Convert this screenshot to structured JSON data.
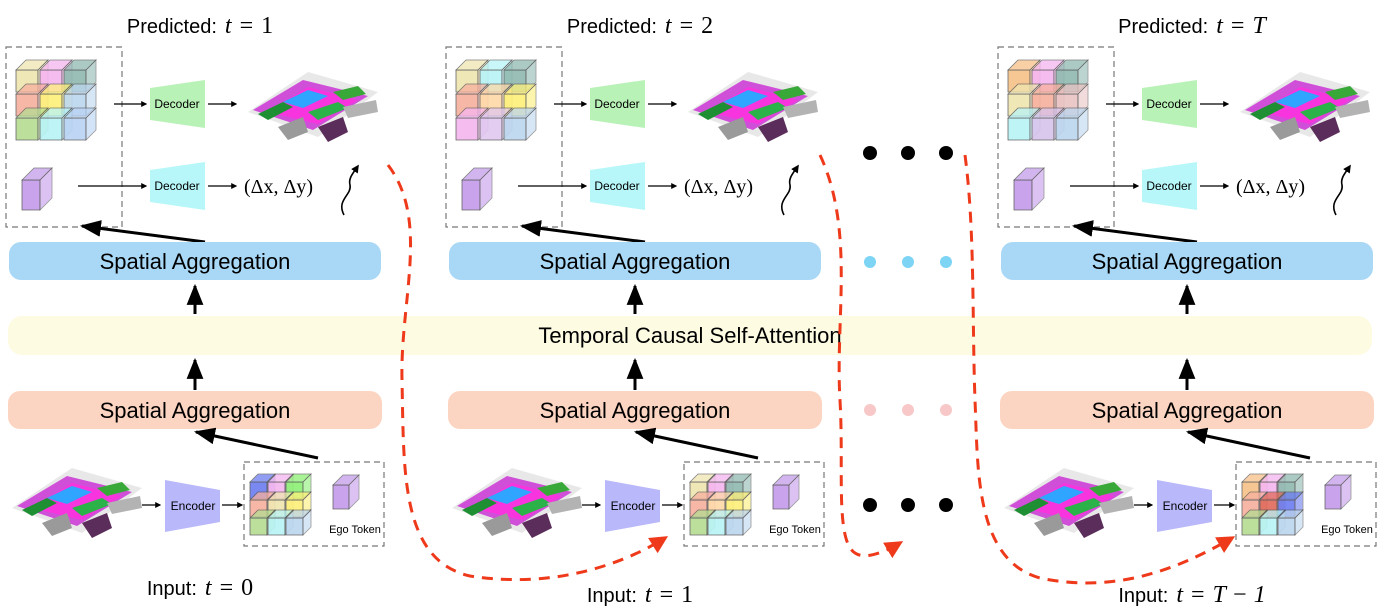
{
  "colors": {
    "spatial_top": "#a9d8f6",
    "spatial_bottom": "#fcd5c2",
    "temporal": "#fdfbe2",
    "decoder_occ": "#b9f2b7",
    "decoder_ego": "#b7f7f9",
    "encoder": "#b9b8fb",
    "ego_token": "#c49bea",
    "arrow_dashed": "#ee3a1b",
    "dots_top": "#000000",
    "dots_blue": "#7dd4f5",
    "dots_pink": "#f8c8c8"
  },
  "icons": {
    "occupancy_map": "occupancy-map-icon",
    "token_cube": "token-cube-icon",
    "dashed_arrow": "dashed-curve-arrow-icon"
  },
  "temporal_attention": {
    "label": "Temporal Causal Self-Attention"
  },
  "columns": [
    {
      "predicted": {
        "prefix": "Predicted:",
        "var": "t",
        "eq": "=",
        "val": "1"
      },
      "input": {
        "prefix": "Input:",
        "var": "t",
        "eq": "=",
        "val": "0"
      },
      "spatial_top": "Spatial Aggregation",
      "spatial_bottom": "Spatial Aggregation",
      "decoder_occ": "Decoder",
      "decoder_ego": "Decoder",
      "encoder": "Encoder",
      "ego_out": "(Δx, Δy)",
      "ego_token": "Ego Token"
    },
    {
      "predicted": {
        "prefix": "Predicted:",
        "var": "t",
        "eq": "=",
        "val": "2"
      },
      "input": {
        "prefix": "Input:",
        "var": "t",
        "eq": "=",
        "val": "1"
      },
      "spatial_top": "Spatial Aggregation",
      "spatial_bottom": "Spatial Aggregation",
      "decoder_occ": "Decoder",
      "decoder_ego": "Decoder",
      "encoder": "Encoder",
      "ego_out": "(Δx, Δy)",
      "ego_token": "Ego Token"
    },
    {
      "predicted": {
        "prefix": "Predicted:",
        "var": "t",
        "eq": "=",
        "val": "T"
      },
      "input": {
        "prefix": "Input:",
        "var": "t",
        "eq": "=",
        "val": "T − 1"
      },
      "spatial_top": "Spatial Aggregation",
      "spatial_bottom": "Spatial Aggregation",
      "decoder_occ": "Decoder",
      "decoder_ego": "Decoder",
      "encoder": "Encoder",
      "ego_out": "(Δx, Δy)",
      "ego_token": "Ego Token"
    }
  ]
}
